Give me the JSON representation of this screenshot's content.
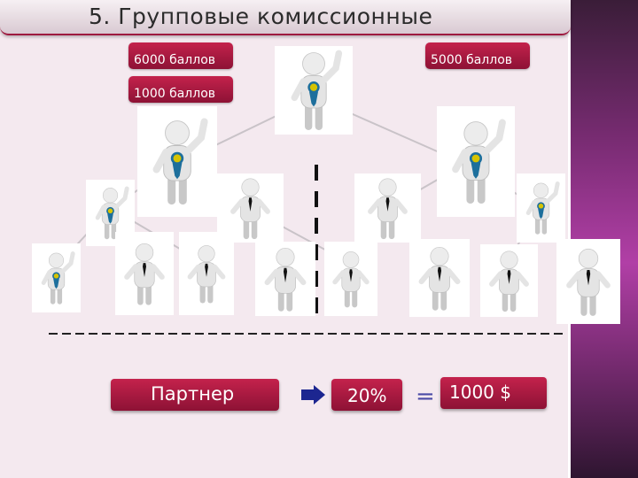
{
  "slide": {
    "title": "5. Групповые комиссионные",
    "labels": {
      "points_6000": "6000 баллов",
      "points_5000": "5000 баллов",
      "points_1000": "1000 баллов"
    },
    "bottom_row": {
      "partner": "Партнер",
      "percent": "20%",
      "equals": "=",
      "amount": "1000 $"
    }
  },
  "colors": {
    "accent_red": "#a8193f",
    "medal_blue": "#1d6f9c",
    "medal_gold": "#d6c300",
    "arrow": "#1c2690",
    "side_panel": "#8a3384"
  },
  "icons": {
    "person": "person-figure-icon",
    "medal": "medal-ribbon-icon",
    "arrow": "right-arrow-icon"
  }
}
